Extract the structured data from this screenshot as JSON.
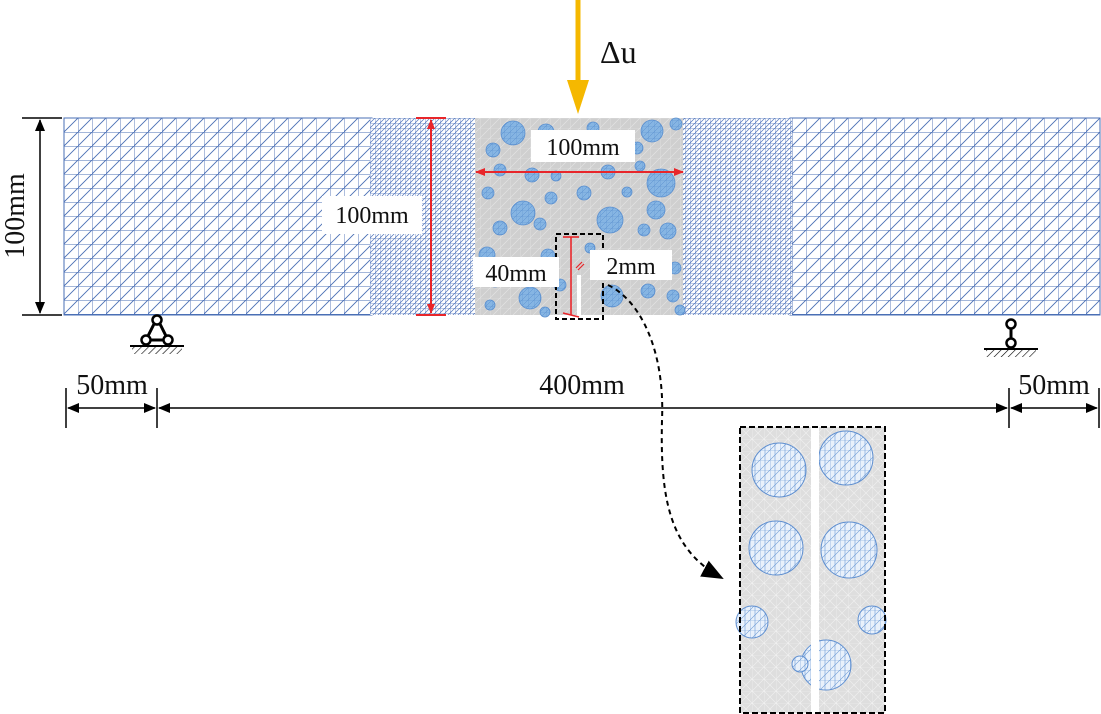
{
  "load": {
    "label": "Δu",
    "arrow_color": "#F5B800"
  },
  "dimensions": {
    "beam_height": "100mm",
    "notch_zone_height": "100mm",
    "notch_zone_width": "100mm",
    "notch_depth": "40mm",
    "notch_width": "2mm",
    "left_overhang": "50mm",
    "span": "400mm",
    "right_overhang": "50mm"
  },
  "colors": {
    "mesh_line": "#4a6fb5",
    "dense_mesh": "#5b7fc4",
    "concrete_matrix": "#c8c8c8",
    "aggregate": "#7fb0e0",
    "dimension_red": "#e8262a",
    "dimension_black": "#000000"
  },
  "supports": {
    "left": "pin-support-icon",
    "right": "roller-support-icon"
  }
}
